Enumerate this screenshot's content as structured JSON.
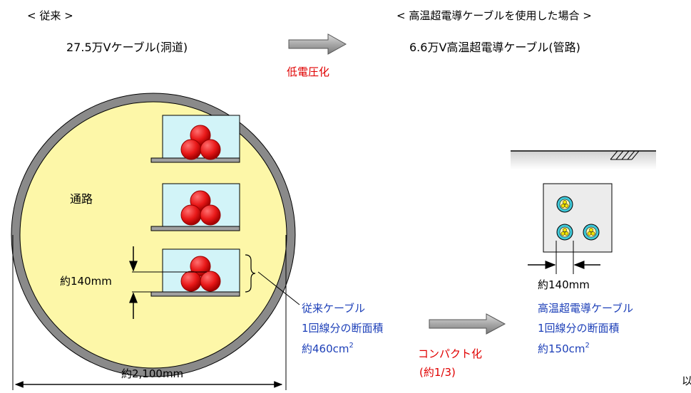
{
  "headers": {
    "conventional": "< 従来 >",
    "hts": "< 高温超電導ケーブルを使用した場合 >"
  },
  "subtitles": {
    "conventional_cable": "27.5万Vケーブル(洞道)",
    "hts_cable": "6.6万V高温超電導ケーブル(管路)"
  },
  "labels": {
    "voltage_reduction": "低電圧化",
    "passage": "通路",
    "conventional_width": "約140mm",
    "tunnel_diameter": "約2,100mm",
    "hts_width": "約140mm",
    "compact": "コンパクト化",
    "compact_ratio": "(約1/3)",
    "edge_text": "以"
  },
  "conventional_area": {
    "line1": "従来ケーブル",
    "line2": "1回線分の断面積",
    "value": "約460cm",
    "superscript": "2"
  },
  "hts_area": {
    "line1": "高温超電導ケーブル",
    "line2": "1回線分の断面積",
    "value": "約150cm",
    "superscript": "2"
  },
  "colors": {
    "tunnel_fill": "#fdf7a8",
    "tunnel_ring": "#8a8a8a",
    "cable_box": "#d2f4f8",
    "conductor": "#e81818",
    "shelf": "#a0a0a0",
    "hts_conductor": "#f2e400",
    "hts_ring": "#40c8d8",
    "red_text": "#e00000",
    "blue_text": "#1c3fb8"
  },
  "icons": {
    "right_arrow": "arrow-right-icon",
    "brace": "curly-brace-icon",
    "ground": "ground-hatch-icon"
  }
}
